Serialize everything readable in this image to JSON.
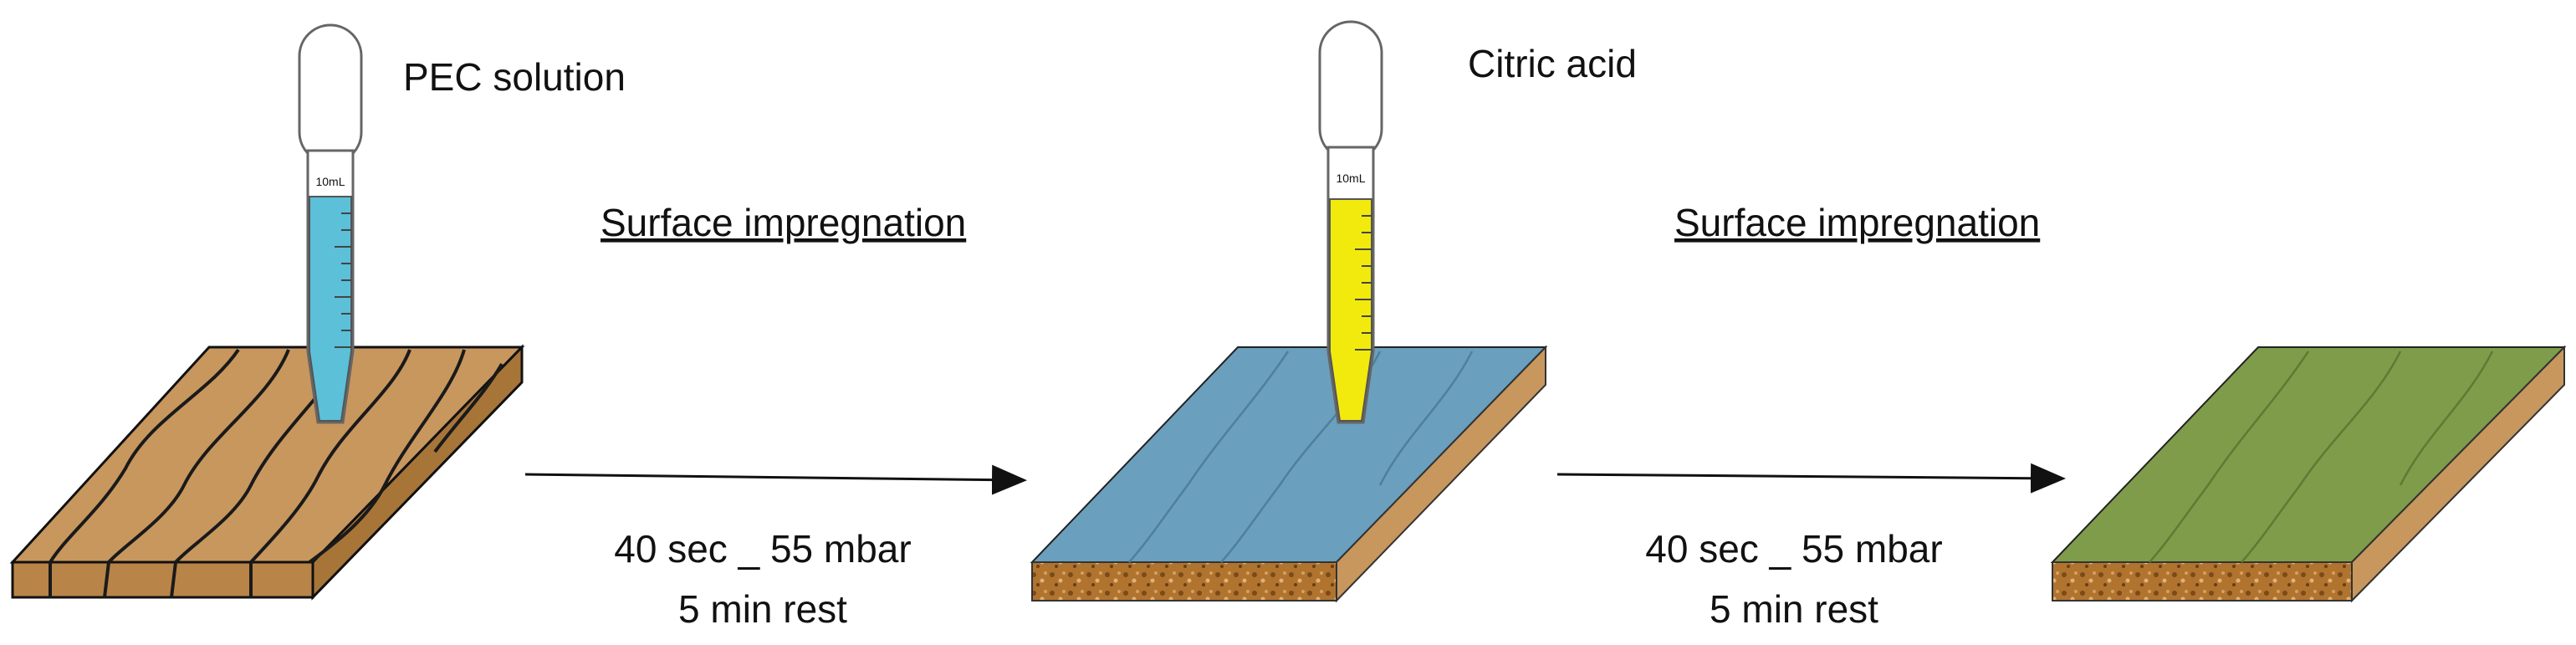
{
  "labels": {
    "tube1": "PEC solution",
    "tube2": "Citric acid",
    "tube_volume": "10mL",
    "step1_title": "Surface impregnation",
    "step2_title": "Surface impregnation",
    "step1_cond_line1": "40 sec _ 55 mbar",
    "step1_cond_line2": "5 min rest",
    "step2_cond_line1": "40 sec _ 55 mbar",
    "step2_cond_line2": "5 min rest"
  },
  "colors": {
    "wood_top": "#c8975e",
    "wood_side": "#b98447",
    "wood_grain": "#1a1a1a",
    "pec_liquid": "#5bc0d8",
    "citric_liquid": "#f2ea0c",
    "coated_blue": "#6a9fbd",
    "coated_green": "#7f9c4a",
    "tube_outline": "#666666"
  },
  "icons": [
    "pipette-tube-icon",
    "arrow-right-icon",
    "wood-board-icon"
  ]
}
